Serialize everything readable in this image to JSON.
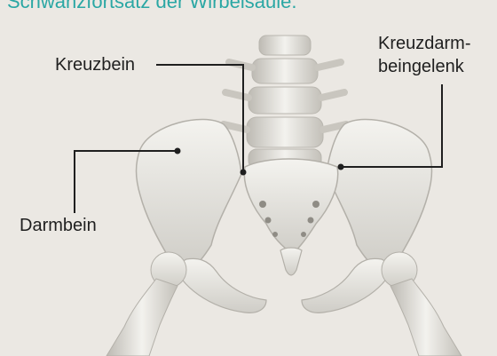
{
  "header": {
    "text": "Schwanzfortsatz der Wirbelsäule."
  },
  "labels": {
    "kreuzbein": "Kreuzbein",
    "kreuzdarm_line1": "Kreuzdarm-",
    "kreuzdarm_line2": "beingelenk",
    "darmbein": "Darmbein"
  },
  "colors": {
    "accent": "#2aa7a4",
    "background": "#ebe8e3",
    "leader": "#1f1f1f"
  }
}
